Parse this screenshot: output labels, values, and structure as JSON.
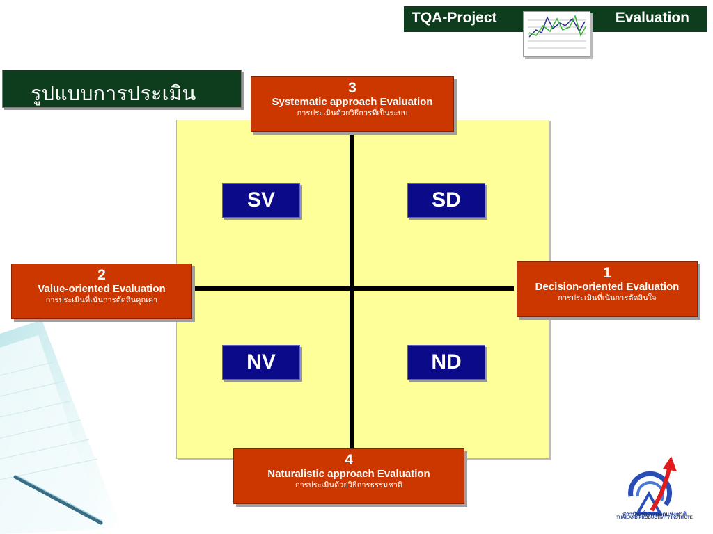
{
  "header": {
    "project_label": "TQA-Project",
    "evaluation_label": "Evaluation"
  },
  "page_title": "รูปแบบการประเมิน",
  "quadrants": {
    "top_left": "SV",
    "top_right": "SD",
    "bottom_left": "NV",
    "bottom_right": "ND"
  },
  "evaluations": {
    "top": {
      "number": "3",
      "name": "Systematic approach  Evaluation",
      "thai": "การประเมินด้วยวิธีการที่เป็นระบบ"
    },
    "left": {
      "number": "2",
      "name": "Value-oriented  Evaluation",
      "thai": "การประเมินที่เน้นการตัดสินคุณค่า"
    },
    "right": {
      "number": "1",
      "name": "Decision-oriented  Evaluation",
      "thai": "การประเมินที่เน้นการตัดสินใจ"
    },
    "bottom": {
      "number": "4",
      "name": "Naturalistic approach   Evaluation",
      "thai": "การประเมินด้วยวิธีการธรรมชาติ"
    }
  },
  "logo": {
    "thai": "สถาบันเพิ่มผลผลิตแห่งชาติ",
    "english": "THAILAND PRODUCTIVITY INSTITUTE"
  },
  "colors": {
    "banner": "#0e3d1d",
    "orange_box": "#cc3700",
    "quadrant_box": "#0b0b8a",
    "quadrant_area": "#ffff99"
  }
}
